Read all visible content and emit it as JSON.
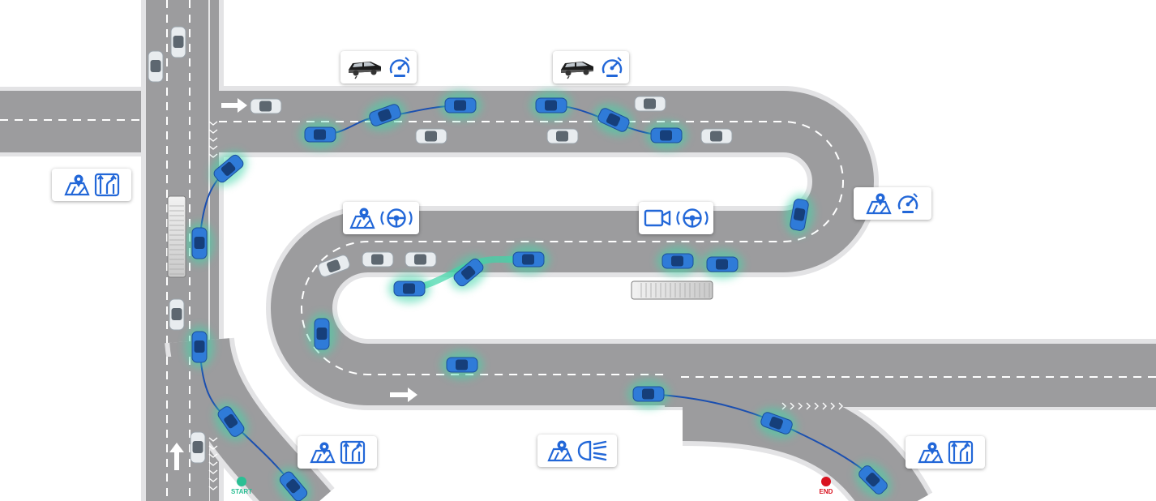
{
  "markers": {
    "start": {
      "label": "START",
      "color": "#2bbf94"
    },
    "end": {
      "label": "END",
      "color": "#d9121f"
    }
  },
  "colors": {
    "road": "#9c9c9e",
    "road_edge": "#e2e2e4",
    "lane_line": "#ffffff",
    "ego_car": "#2f7bd8",
    "ego_glow": "#3fd6a8",
    "trajectory": "#1b4fb0",
    "other_car": "#e8ecef",
    "icon_blue": "#2267d8",
    "badge_bg": "#ffffff"
  },
  "feature_badges": [
    {
      "id": "lane-change-left",
      "icons": [
        "map-navigation-icon",
        "lane-change-icon"
      ]
    },
    {
      "id": "overtake-1",
      "icons": [
        "traffic-car-icon",
        "adaptive-speed-icon"
      ]
    },
    {
      "id": "overtake-2",
      "icons": [
        "traffic-car-icon",
        "adaptive-speed-icon"
      ]
    },
    {
      "id": "curve-speed",
      "icons": [
        "map-navigation-icon",
        "adaptive-speed-icon"
      ]
    },
    {
      "id": "map-steering",
      "icons": [
        "map-navigation-icon",
        "steering-assist-icon"
      ]
    },
    {
      "id": "camera-steering",
      "icons": [
        "camera-icon",
        "steering-assist-icon"
      ]
    },
    {
      "id": "lane-change-start",
      "icons": [
        "map-navigation-icon",
        "lane-change-icon"
      ]
    },
    {
      "id": "headlight",
      "icons": [
        "map-navigation-icon",
        "headlight-icon"
      ]
    },
    {
      "id": "lane-change-end",
      "icons": [
        "map-navigation-icon",
        "lane-change-icon"
      ]
    }
  ]
}
